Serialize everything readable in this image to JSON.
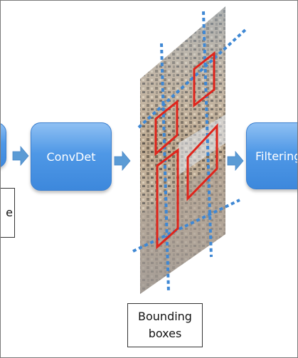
{
  "diagram": {
    "nodes": {
      "convdet": "ConvDet",
      "filtering": "Filtering"
    },
    "labels": {
      "bounding_boxes_line1": "Bounding",
      "bounding_boxes_line2": "boxes",
      "left_partial": "e"
    },
    "colors": {
      "node_fill": "#4f98e6",
      "arrow": "#5b9bd5",
      "box_outline": "#e0241b",
      "dotted_line": "#3f88d4"
    }
  }
}
